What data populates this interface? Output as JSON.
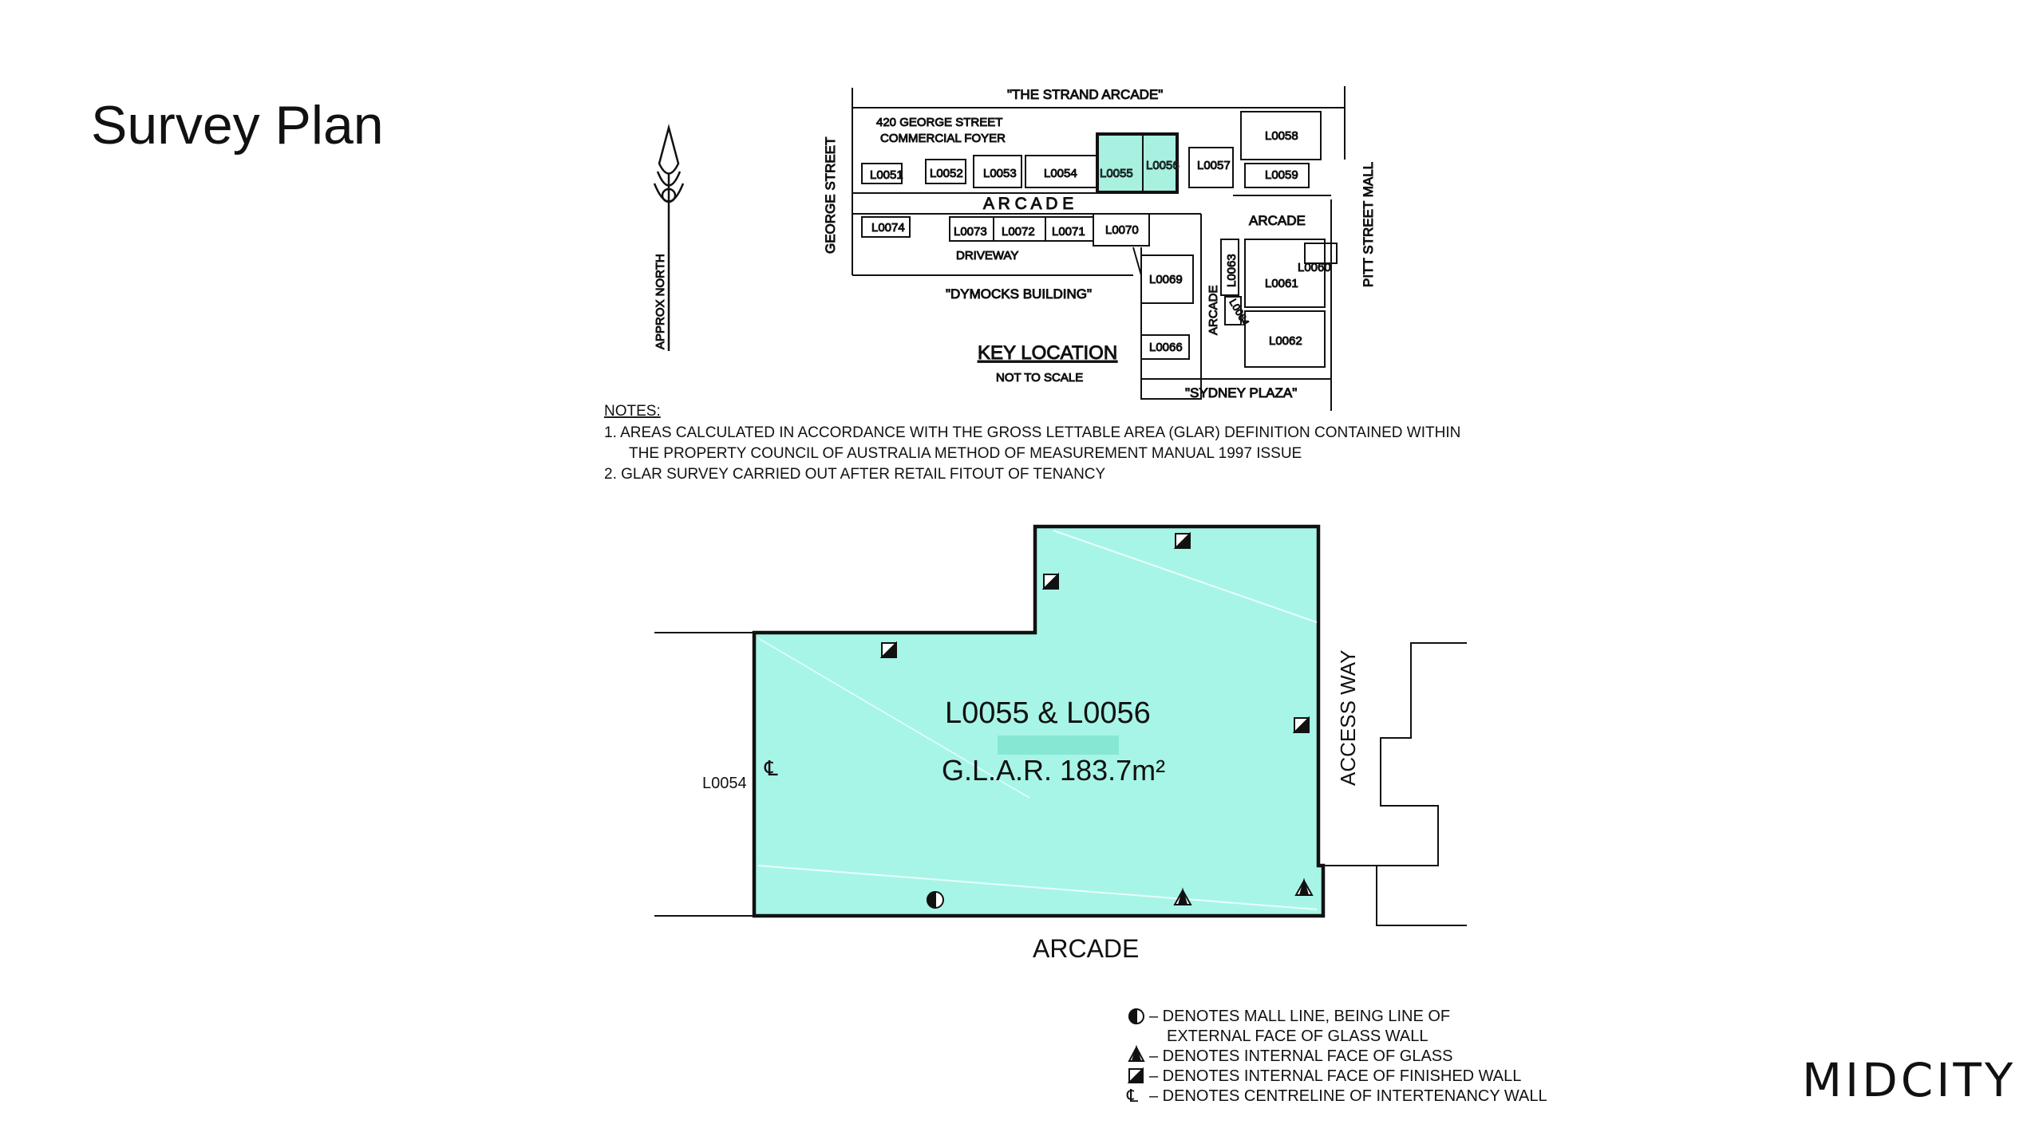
{
  "title": "Survey Plan",
  "logo": "MIDCITY",
  "colors": {
    "tenancy_fill": "#a7f5e6",
    "key_highlight": "#a8f0df",
    "ink": "#111111"
  },
  "key_location": {
    "heading": "KEY LOCATION",
    "subheading": "NOT TO SCALE",
    "north_label": "APPROX NORTH",
    "labels": {
      "strand": "\"THE STRAND ARCADE\"",
      "george_foyer_1": "420 GEORGE STREET",
      "george_foyer_2": "COMMERCIAL FOYER",
      "george_street": "GEORGE STREET",
      "pitt_street": "PITT STREET MALL",
      "arcade_main": "A R C A D E",
      "arcade_right": "ARCADE",
      "arcade_vertical": "ARCADE",
      "driveway": "DRIVEWAY",
      "dymocks": "\"DYMOCKS BUILDING\"",
      "sydney_plaza": "\"SYDNEY PLAZA\""
    },
    "lots": [
      "L0051",
      "L0052",
      "L0053",
      "L0054",
      "L0055",
      "L0056",
      "L0057",
      "L0058",
      "L0059",
      "L0060",
      "L0061",
      "L0062",
      "L0063",
      "L0064",
      "L0066",
      "L0069",
      "L0070",
      "L0071",
      "L0072",
      "L0073",
      "L0074"
    ]
  },
  "notes": {
    "heading": "NOTES:",
    "line1": "1.  AREAS CALCULATED IN ACCORDANCE WITH THE GROSS LETTABLE AREA (GLAR) DEFINITION CONTAINED WITHIN",
    "line2": "THE PROPERTY COUNCIL OF AUSTRALIA METHOD OF MEASUREMENT MANUAL 1997 ISSUE",
    "line3": "2.  GLAR SURVEY CARRIED OUT AFTER RETAIL FITOUT OF TENANCY"
  },
  "plan": {
    "tenancy": "L0055 & L0056",
    "area": "G.L.A.R.  183.7m²",
    "neighbour": "L0054",
    "bottom_label": "ARCADE",
    "side_label": "ACCESS WAY"
  },
  "legend": [
    {
      "icon": "mall-line-icon",
      "text": "– DENOTES MALL LINE, BEING LINE OF"
    },
    {
      "icon": "",
      "text": "EXTERNAL FACE OF GLASS WALL"
    },
    {
      "icon": "glass-face-icon",
      "text": "– DENOTES INTERNAL FACE OF GLASS"
    },
    {
      "icon": "finished-wall-icon",
      "text": "– DENOTES INTERNAL FACE OF FINISHED WALL"
    },
    {
      "icon": "centreline-icon",
      "text": "– DENOTES CENTRELINE OF INTERTENANCY WALL"
    }
  ]
}
